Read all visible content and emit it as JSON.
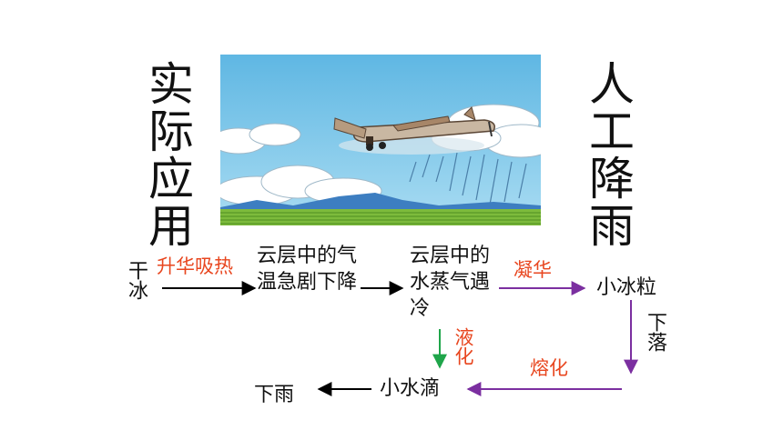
{
  "left_title": "实际应用",
  "right_title": "人工降雨",
  "colors": {
    "process_text": "#e8461f",
    "arrow_black": "#000000",
    "arrow_purple": "#7b2fa0",
    "arrow_green": "#1fa54a",
    "sky": "#7ec8ea",
    "field": "#7dbb3c"
  },
  "diagram": {
    "dry_ice": "干冰",
    "sublimation": "升华吸热",
    "temp_drop": "云层中的气温急剧下降",
    "vapor_cold": "云层中的水蒸气遇冷",
    "condensation_solid": "凝华",
    "ice_particles": "小冰粒",
    "falling": "下落",
    "melting": "熔化",
    "liquefaction": "液化",
    "water_droplets": "小水滴",
    "rain": "下雨"
  }
}
